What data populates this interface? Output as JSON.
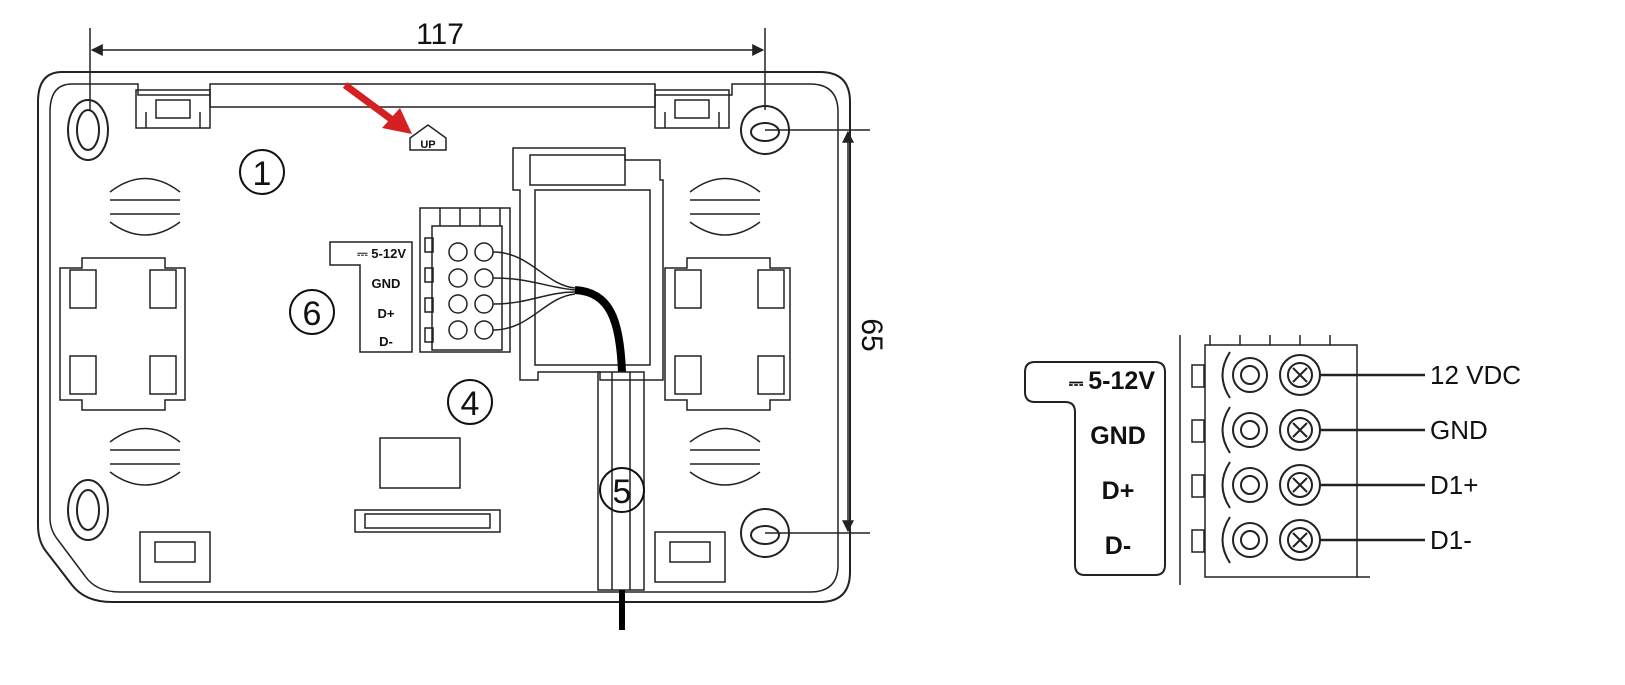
{
  "dimensions": {
    "width": "117",
    "height": "65"
  },
  "up_label": "UP",
  "callouts": [
    "1",
    "4",
    "5",
    "6"
  ],
  "terminal_labels": [
    "5-12V",
    "GND",
    "D+",
    "D-"
  ],
  "wire_labels": [
    "12 VDC",
    "GND",
    "D1+",
    "D1-"
  ],
  "colors": {
    "line": "#222222",
    "arrow": "#d42020",
    "cable": "#000000"
  }
}
